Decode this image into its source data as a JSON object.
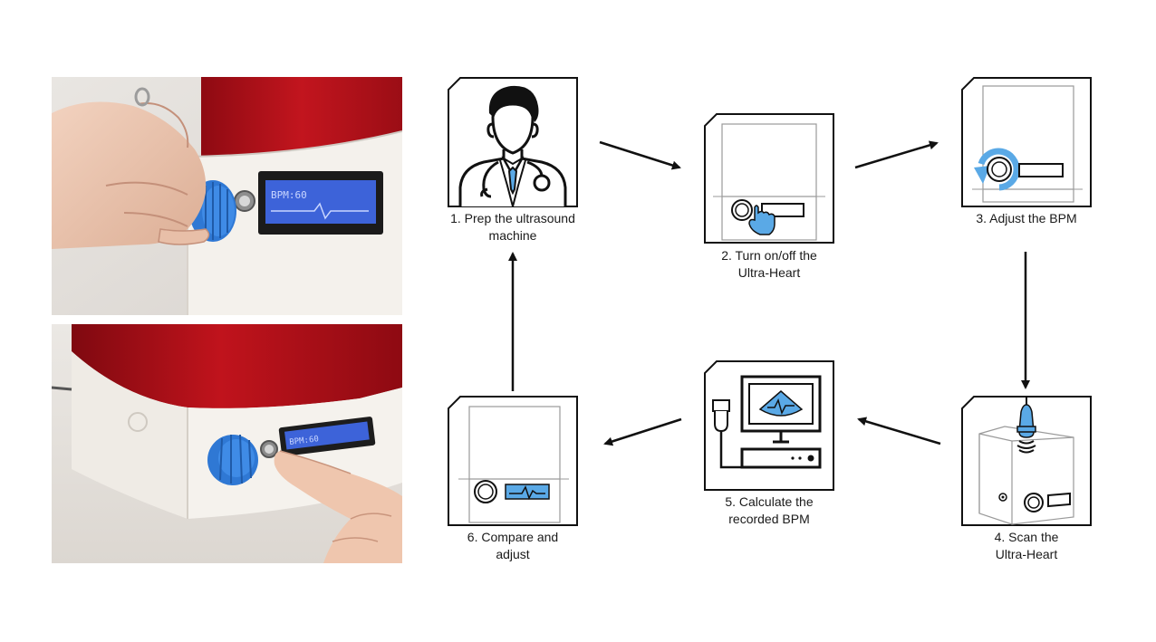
{
  "photos": {
    "top_lcd_text": "BPM:60",
    "bottom_lcd_text": "BPM:60"
  },
  "steps": [
    {
      "lines": [
        "1. Prep the ultrasound",
        "machine"
      ],
      "icon": "doctor-icon"
    },
    {
      "lines": [
        "2. Turn on/off the",
        "Ultra-Heart"
      ],
      "icon": "power-button-press-icon"
    },
    {
      "lines": [
        "3. Adjust the BPM"
      ],
      "icon": "rotate-knob-icon"
    },
    {
      "lines": [
        "4. Scan the",
        "Ultra-Heart"
      ],
      "icon": "probe-scan-icon"
    },
    {
      "lines": [
        "5. Calculate the",
        "recorded BPM"
      ],
      "icon": "ultrasound-machine-icon"
    },
    {
      "lines": [
        "6. Compare and",
        "adjust"
      ],
      "icon": "heartbeat-display-icon"
    }
  ],
  "colors": {
    "accent_blue": "#5aa9e6",
    "knob_blue": "#2f78d4",
    "tank_red": "#b0141c",
    "lcd_blue": "#3d63d9",
    "line": "#111111",
    "gray_line": "#9a9a9a"
  }
}
